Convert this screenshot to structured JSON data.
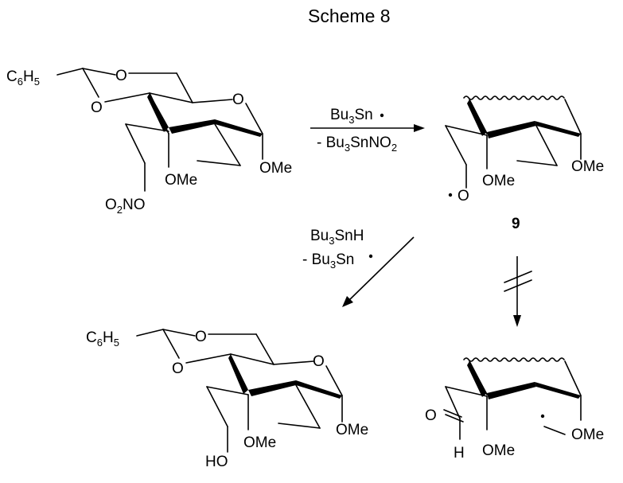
{
  "title": "Scheme 8",
  "reagents": {
    "step1_top": "Bu",
    "step1_top_sub": "3",
    "step1_top_rest": "Sn",
    "step1_bottom": "- Bu",
    "step1_bottom_sub": "3",
    "step1_bottom_rest": "SnNO",
    "step1_bottom_sub2": "2",
    "step2_top": "Bu",
    "step2_top_sub": "3",
    "step2_top_rest": "SnH",
    "step2_bottom": "- Bu",
    "step2_bottom_sub": "3",
    "step2_bottom_rest": "Sn"
  },
  "compound_label": "9",
  "labels": {
    "phenyl": "C",
    "phenyl_sub1": "6",
    "phenyl_h": "H",
    "phenyl_sub2": "5",
    "oxygen": "O",
    "ome": "OMe",
    "nitrate_o": "O",
    "nitrate_sub": "2",
    "nitrate_rest": "NO",
    "radical_o": "O",
    "hydroxyl": "HO",
    "aldehyde_o": "O",
    "aldehyde_h": "H"
  },
  "icons": {
    "forward_arrow": "arrow-right-icon",
    "diagonal_arrow": "arrow-down-left-icon",
    "blocked_arrow": "arrow-down-blocked-icon",
    "radical_dot": "radical-dot-icon"
  }
}
